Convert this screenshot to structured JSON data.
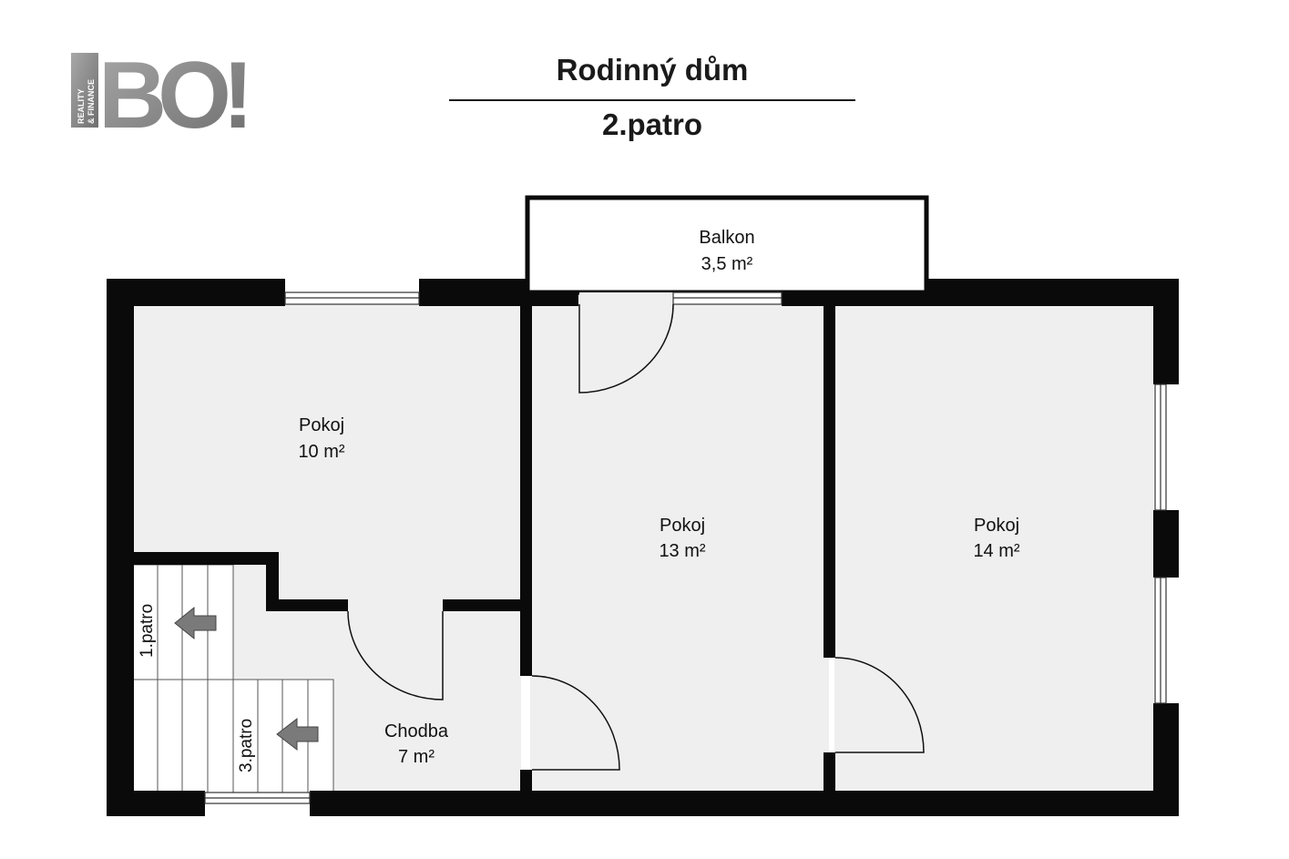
{
  "logo": {
    "letters": "BO!",
    "tagline_line1": "REALITY",
    "tagline_line2": "& FINANCE"
  },
  "header": {
    "title": "Rodinný dům",
    "floor": "2.patro"
  },
  "rooms": {
    "balkon": {
      "name": "Balkon",
      "area": "3,5 m²"
    },
    "pokoj_left": {
      "name": "Pokoj",
      "area": "10 m²"
    },
    "pokoj_middle": {
      "name": "Pokoj",
      "area": "13 m²"
    },
    "pokoj_right": {
      "name": "Pokoj",
      "area": "14 m²"
    },
    "chodba": {
      "name": "Chodba",
      "area": "7 m²"
    }
  },
  "stairs": {
    "down_label": "1.patro",
    "up_label": "3.patro"
  },
  "colors": {
    "wall": "#0a0a0a",
    "floor": "#efefef",
    "arrow": "#7a7a7a",
    "logo": "#8c8c8c"
  }
}
